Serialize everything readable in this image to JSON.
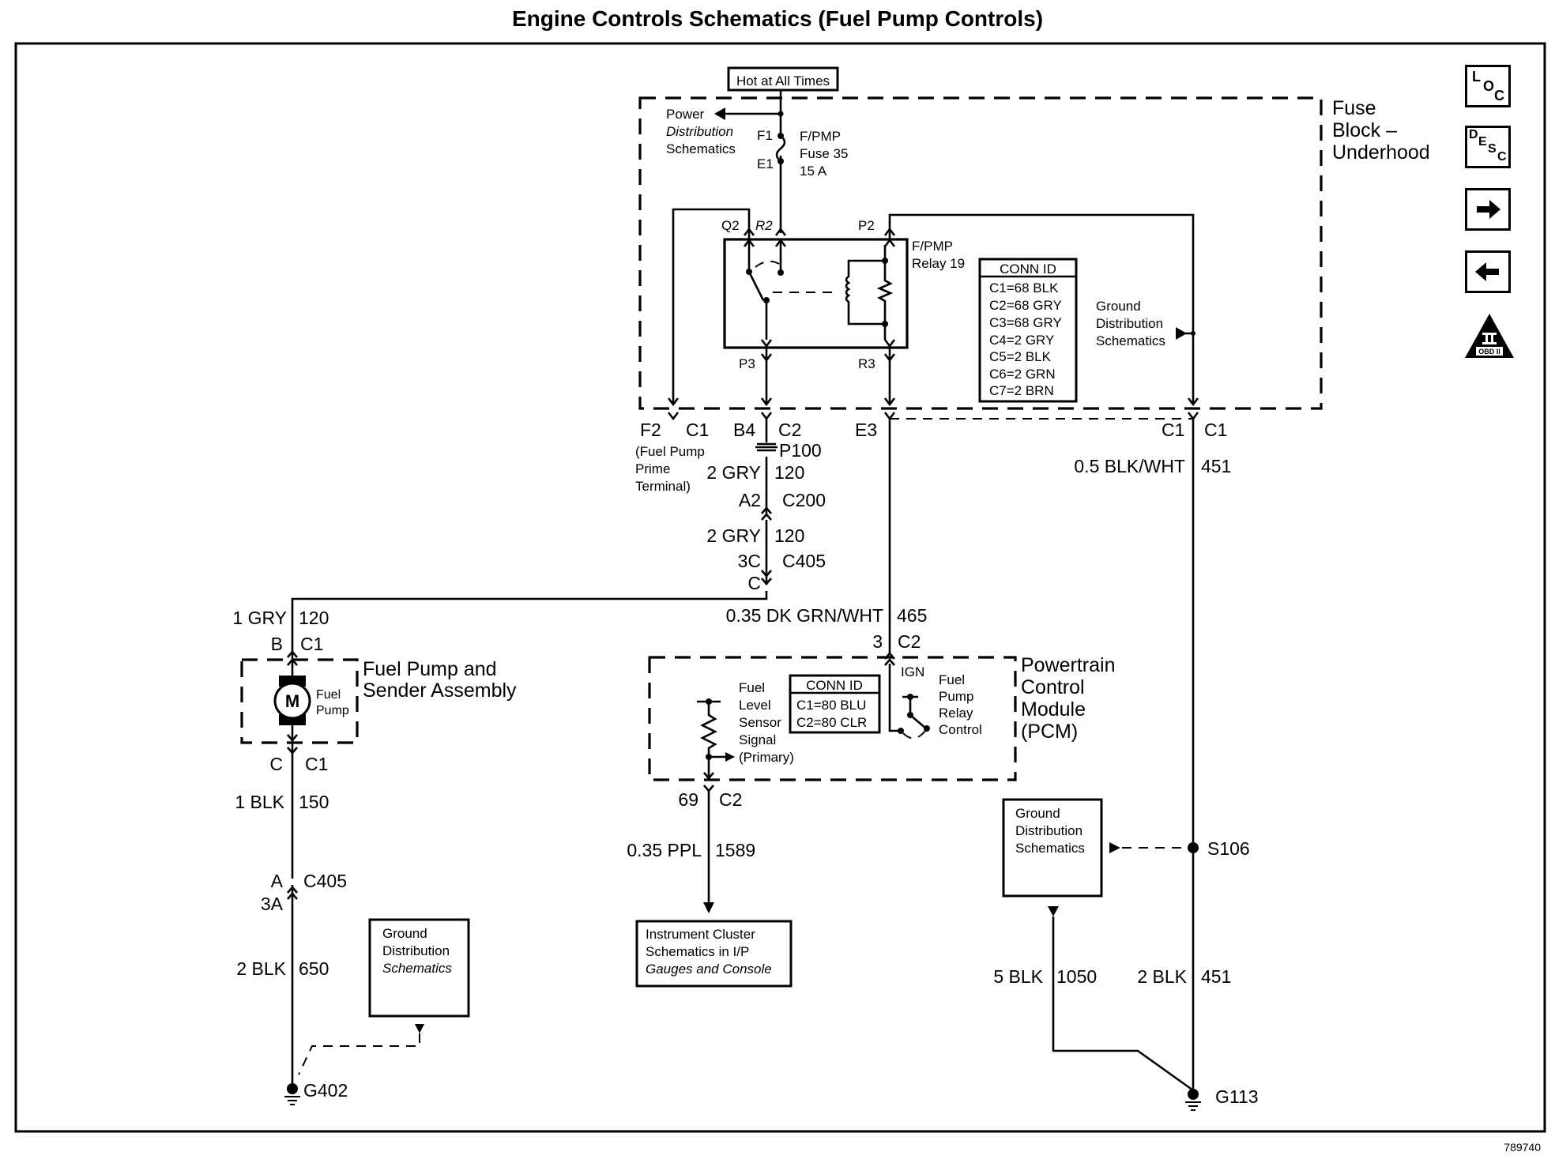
{
  "title": "Engine Controls Schematics (Fuel Pump Controls)",
  "figure_number": "789740",
  "nav_icons": {
    "loc": {
      "letters": [
        "L",
        "O",
        "C"
      ]
    },
    "desc": {
      "letters": [
        "D",
        "E",
        "S",
        "C"
      ]
    },
    "next": "right-arrow",
    "prev": "left-arrow",
    "obd": {
      "numeral": "II",
      "label": "OBD II"
    }
  },
  "fuse_block": {
    "hot_label": "Hot at All Times",
    "name_lines": [
      "Fuse",
      "Block –",
      "Underhood"
    ],
    "power_dist_lines": [
      "Power",
      "Distribution",
      "Schematics"
    ],
    "fuse_terminals": [
      "F1",
      "E1"
    ],
    "fuse_lines": [
      "F/PMP",
      "Fuse 35",
      "15 A"
    ],
    "relay_pins": {
      "q2": "Q2",
      "r2": "R2",
      "p2": "P2",
      "p3": "P3",
      "r3": "R3"
    },
    "relay_lines": [
      "F/PMP",
      "Relay 19"
    ],
    "conn_id": {
      "header": "CONN ID",
      "rows": [
        "C1=68 BLK",
        "C2=68 GRY",
        "C3=68 GRY",
        "C4=2 GRY",
        "C5=2 BLK",
        "C6=2 GRN",
        "C7=2 BRN"
      ]
    },
    "ground_dist_lines": [
      "Ground",
      "Distribution",
      "Schematics"
    ]
  },
  "connectors": {
    "f2": "F2",
    "f2_c": "C1",
    "prime_lines": [
      "(Fuel Pump",
      "Prime",
      "Terminal)"
    ],
    "b4": "B4",
    "b4_c": "C2",
    "p100": "P100",
    "e3": "E3",
    "right_c1_left": "C1",
    "right_c1_right": "C1",
    "a2": "A2",
    "c200": "C200",
    "3c": "3C",
    "c405": "C405",
    "c": "C",
    "b": "B",
    "b_c1": "C1",
    "pump_c": "C",
    "pump_c1": "C1",
    "a": "A",
    "a_c405": "C405",
    "3a": "3A",
    "pcm_3": "3",
    "pcm_c2": "C2",
    "pcm_69": "69",
    "pcm_69_c2": "C2"
  },
  "wires": [
    {
      "id": "w120a",
      "size_color": "2 GRY",
      "circuit": "120"
    },
    {
      "id": "w120b",
      "size_color": "2 GRY",
      "circuit": "120"
    },
    {
      "id": "w120c",
      "size_color": "1 GRY",
      "circuit": "120"
    },
    {
      "id": "w150",
      "size_color": "1 BLK",
      "circuit": "150"
    },
    {
      "id": "w650",
      "size_color": "2 BLK",
      "circuit": "650"
    },
    {
      "id": "w465",
      "size_color": "0.35 DK GRN/WHT",
      "circuit": "465"
    },
    {
      "id": "w451a",
      "size_color": "0.5 BLK/WHT",
      "circuit": "451"
    },
    {
      "id": "w1589",
      "size_color": "0.35 PPL",
      "circuit": "1589"
    },
    {
      "id": "w1050",
      "size_color": "5 BLK",
      "circuit": "1050"
    },
    {
      "id": "w451b",
      "size_color": "2 BLK",
      "circuit": "451"
    }
  ],
  "fuel_pump": {
    "assembly_lines": [
      "Fuel Pump and",
      "Sender Assembly"
    ],
    "motor_letter": "M",
    "pump_lines": [
      "Fuel",
      "Pump"
    ]
  },
  "pcm": {
    "name_lines": [
      "Powertrain",
      "Control",
      "Module",
      "(PCM)"
    ],
    "sensor_lines": [
      "Fuel",
      "Level",
      "Sensor",
      "Signal",
      "(Primary)"
    ],
    "conn_id": {
      "header": "CONN ID",
      "rows": [
        "C1=80 BLU",
        "C2=80 CLR"
      ]
    },
    "ign": "IGN",
    "relay_ctrl_lines": [
      "Fuel",
      "Pump",
      "Relay",
      "Control"
    ]
  },
  "instrument_cluster_lines": [
    "Instrument Cluster",
    "Schematics in I/P",
    "Gauges and Console"
  ],
  "ground_dist_left_lines": [
    "Ground",
    "Distribution",
    "Schematics"
  ],
  "ground_dist_right_lines": [
    "Ground",
    "Distribution",
    "Schematics"
  ],
  "splice": "S106",
  "grounds": {
    "left": "G402",
    "right": "G113"
  }
}
